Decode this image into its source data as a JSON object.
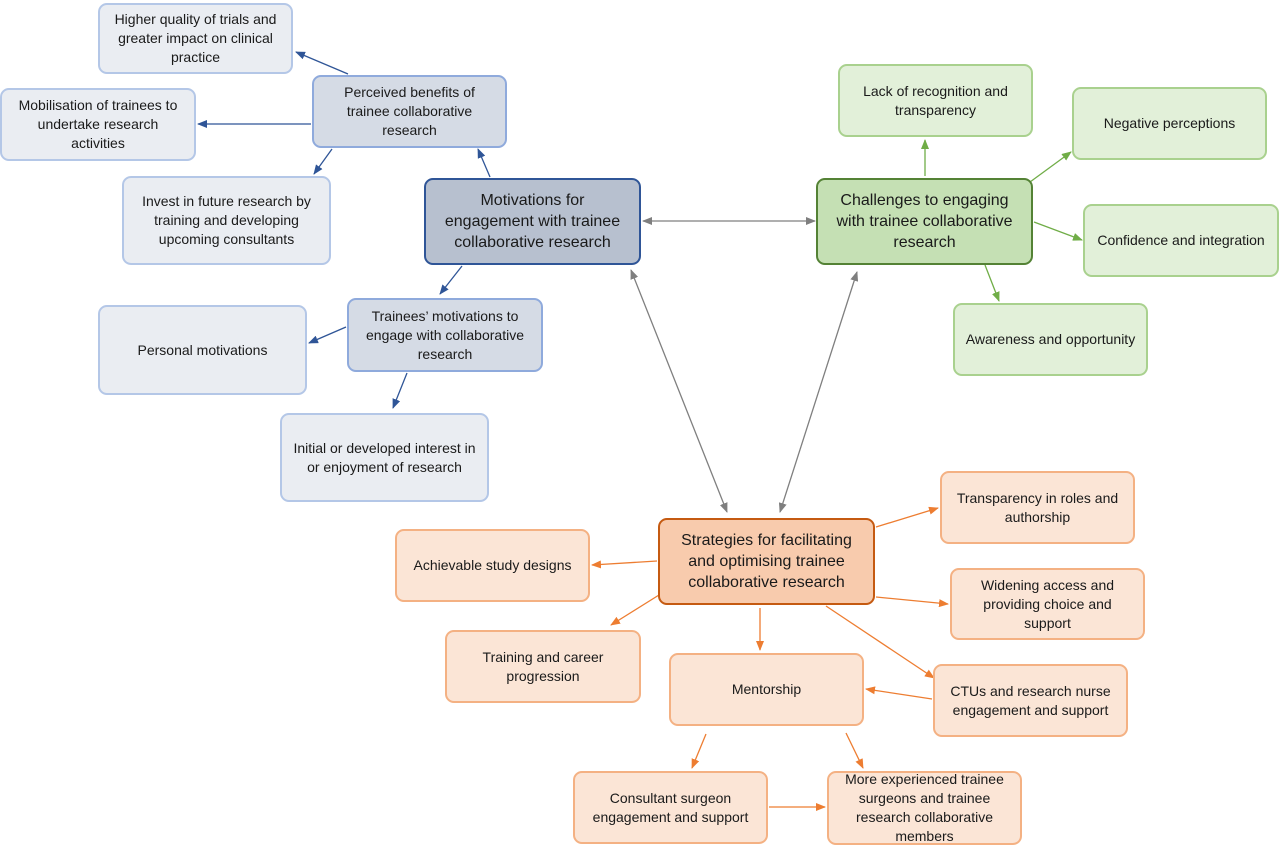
{
  "nodes": {
    "motivations": "Motivations for engagement with trainee collaborative research",
    "perceived_benefits": "Perceived benefits of trainee collaborative research",
    "higher_quality": "Higher quality of trials and greater impact on clinical practice",
    "mobilisation": "Mobilisation of trainees to undertake research activities",
    "invest_future": "Invest in future research by training and developing upcoming consultants",
    "trainee_motivations": "Trainees’ motivations to engage with collaborative research",
    "personal_motivations": "Personal motivations",
    "initial_interest": "Initial or developed interest in or enjoyment of research",
    "challenges": "Challenges to engaging with trainee collaborative research",
    "lack_recognition": "Lack of recognition and transparency",
    "negative_perceptions": "Negative perceptions",
    "confidence": "Confidence and integration",
    "awareness": "Awareness and opportunity",
    "strategies": "Strategies for facilitating and optimising trainee collaborative research",
    "achievable": "Achievable study designs",
    "transparency_roles": "Transparency in roles and authorship",
    "widening_access": "Widening access and providing choice and support",
    "training_career": "Training and career progression",
    "mentorship": "Mentorship",
    "ctus": "CTUs and research nurse engagement and support",
    "consultant": "Consultant surgeon engagement and support",
    "more_experienced": "More experienced trainee surgeons and trainee research collaborative members"
  },
  "colors": {
    "blue_arrow": "#2f5597",
    "green_arrow": "#70ad47",
    "orange_arrow": "#ed7d31",
    "grey_arrow": "#7f7f7f"
  }
}
